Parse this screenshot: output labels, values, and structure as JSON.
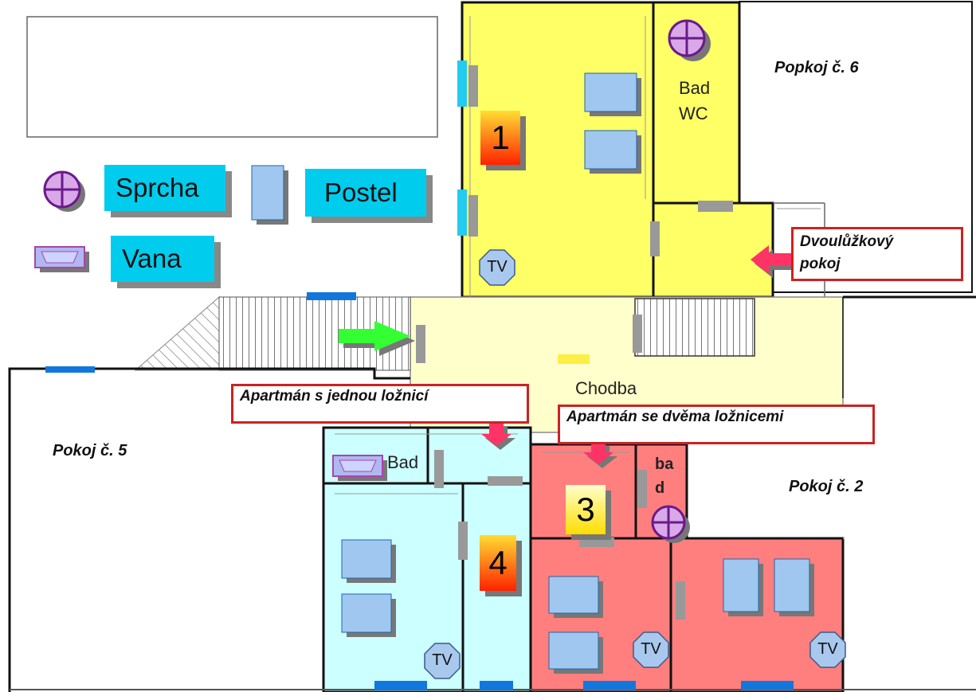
{
  "legend": {
    "shower": "Sprcha",
    "bed": "Postel",
    "bathtub": "Vana"
  },
  "rooms": {
    "room6": "Popkoj č. 6",
    "room5": "Pokoj č. 5",
    "room2": "Pokoj č. 2",
    "corridor": "Chodba",
    "bath_top_line1": "Bad",
    "bath_top_line2": "WC",
    "bath_cyan": "Bad",
    "bath_red_line1": "ba",
    "bath_red_line2": "d"
  },
  "callouts": {
    "double_room_line1": "Dvoulůžkový",
    "double_room_line2": "pokoj",
    "one_bedroom": "Apartmán s jednou ložnicí",
    "two_bedroom": "Apartmán se dvěma ložnicemi"
  },
  "numbers": {
    "n1": "1",
    "n3": "3",
    "n4": "4"
  },
  "tv": "TV",
  "colors": {
    "yellow_room": "#ffff66",
    "corridor": "#ffffcc",
    "cyan_room": "#ccffff",
    "red_room": "#ff7f7f",
    "legend_cyan": "#00ccee",
    "callout_border": "#cc2222",
    "arrow_green": "#33ff33",
    "arrow_red": "#ff3366"
  }
}
